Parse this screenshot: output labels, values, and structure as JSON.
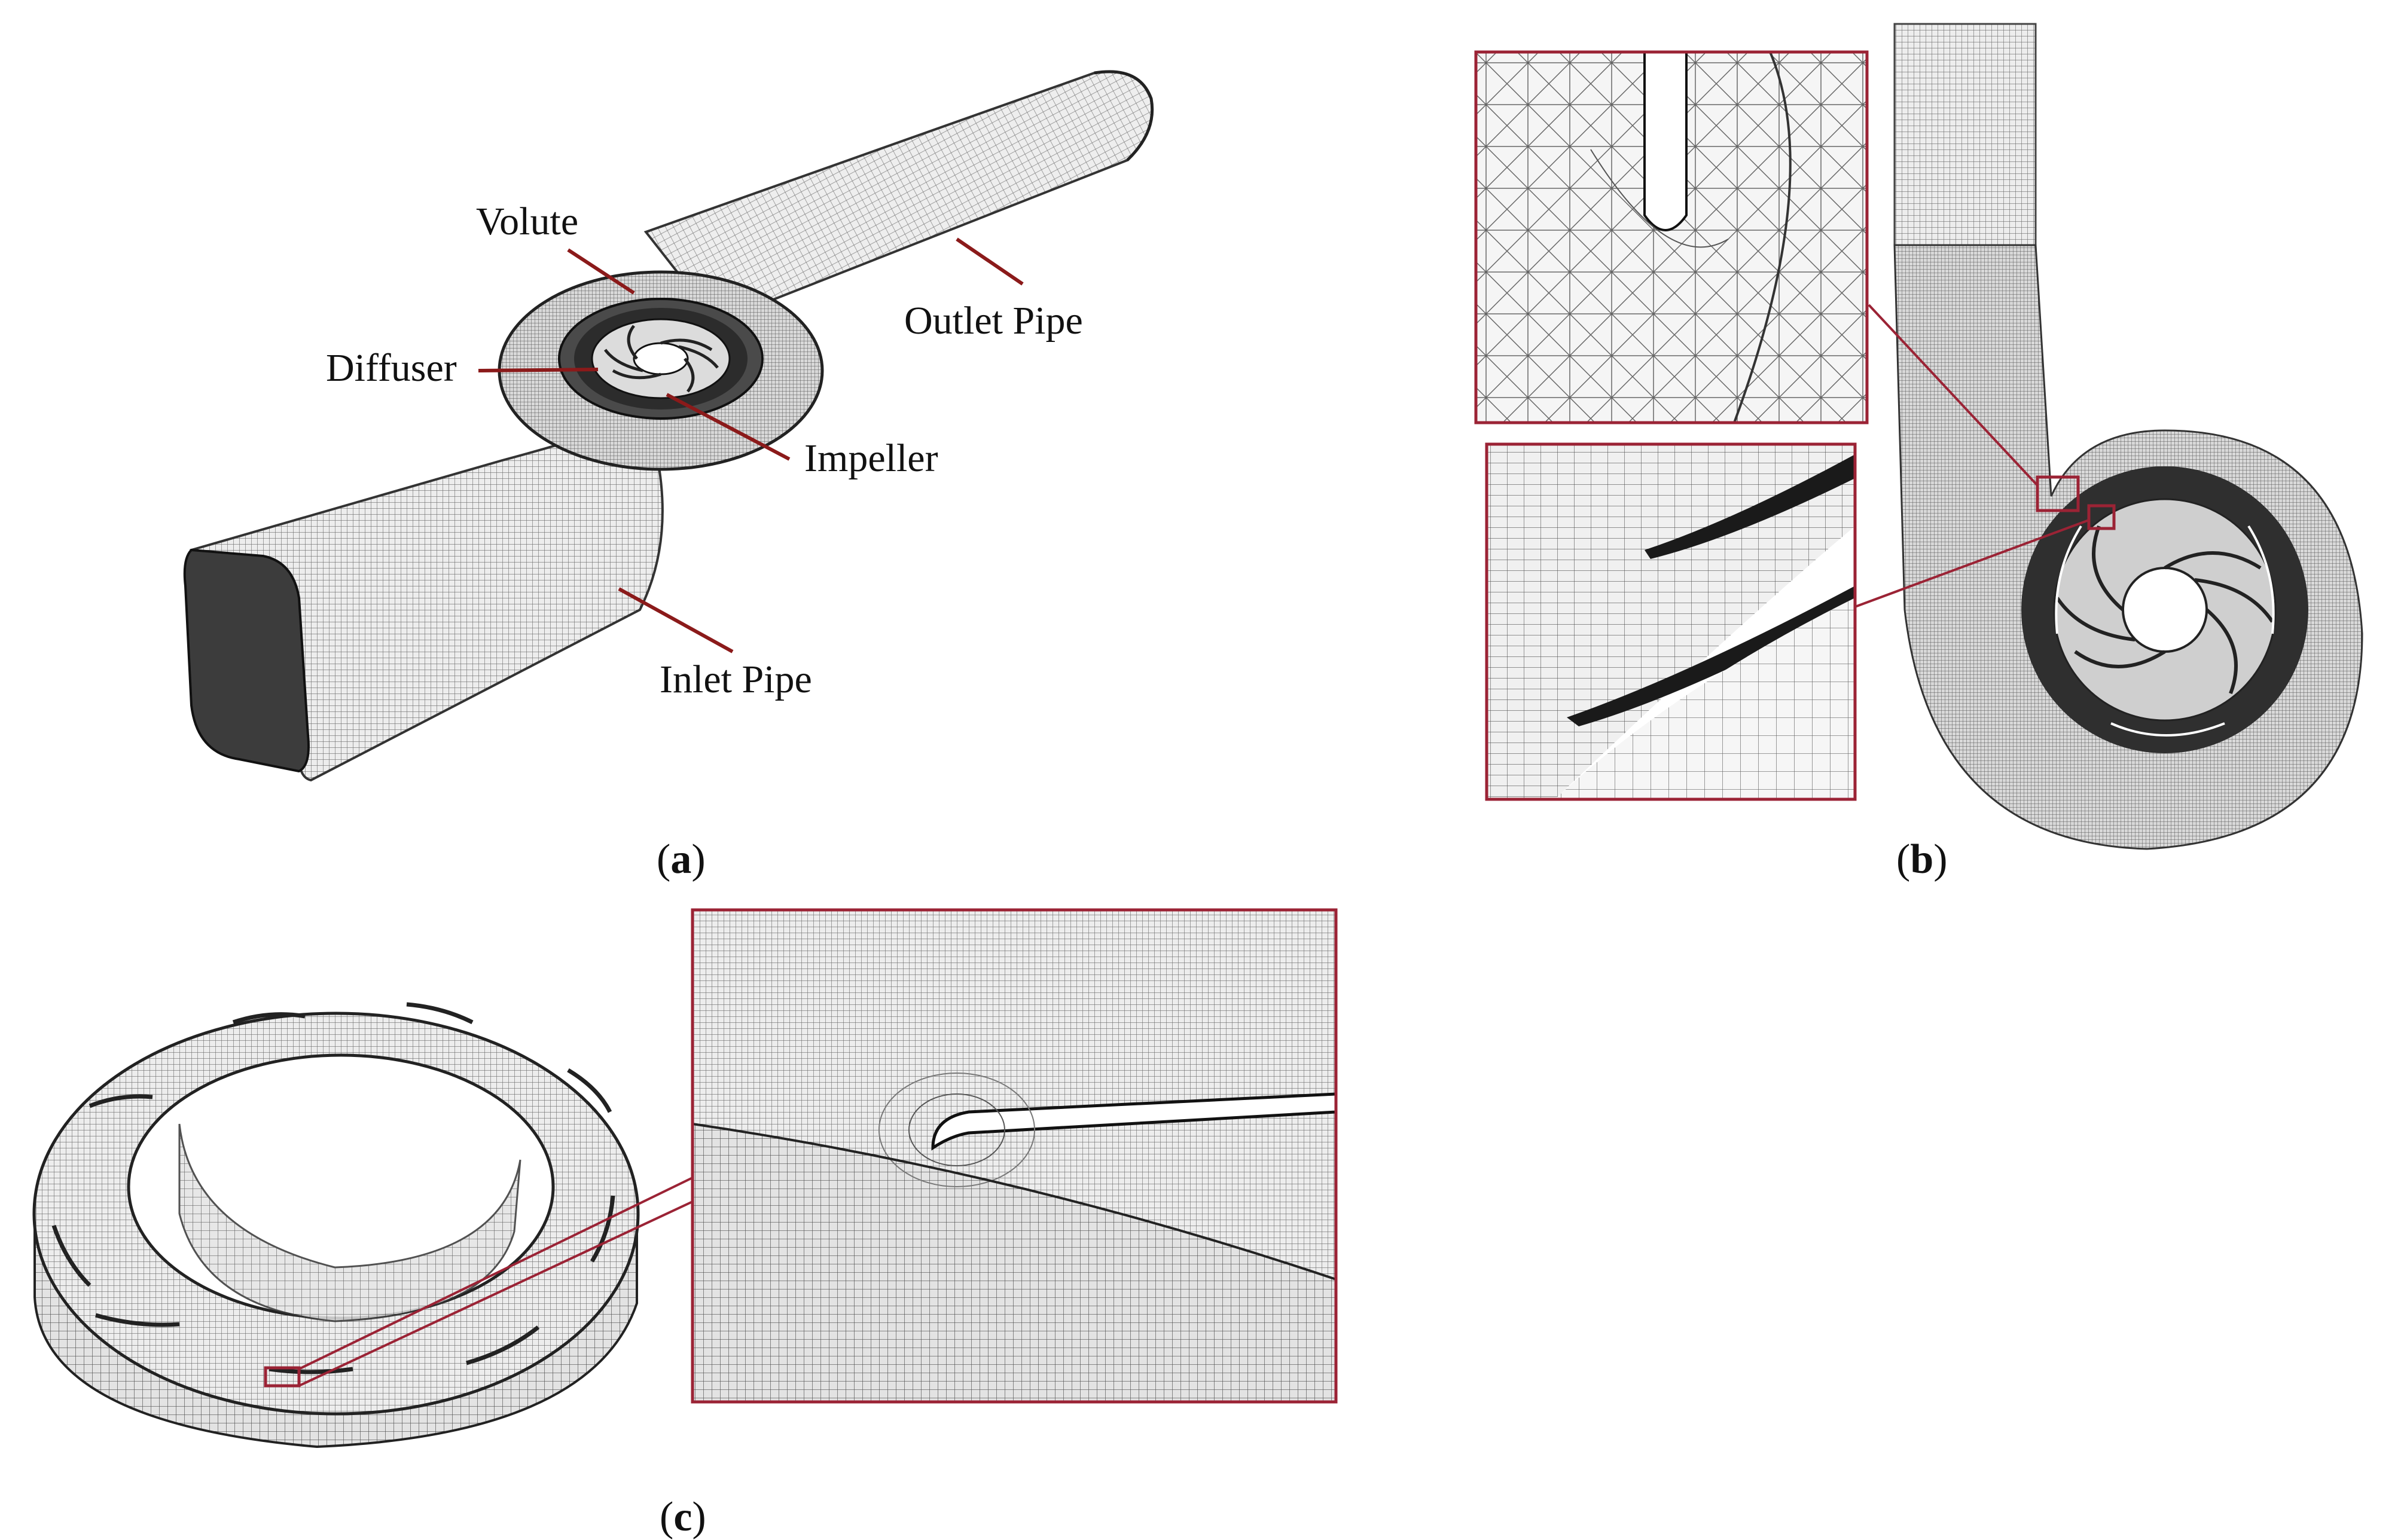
{
  "panels": [
    {
      "id": "a",
      "caption_letter": "a",
      "labels": [
        "Volute",
        "Diffuser",
        "Impeller",
        "Outlet Pipe",
        "Inlet Pipe"
      ]
    },
    {
      "id": "b",
      "caption_letter": "b"
    },
    {
      "id": "c",
      "caption_letter": "c"
    }
  ],
  "colors": {
    "leader_line": "#8b1a1a",
    "zoom_frame": "#9b2335",
    "mesh_line": "#5a5a5a",
    "mesh_fill": "#e8e8e8",
    "dark_face": "#3a3a3a"
  }
}
